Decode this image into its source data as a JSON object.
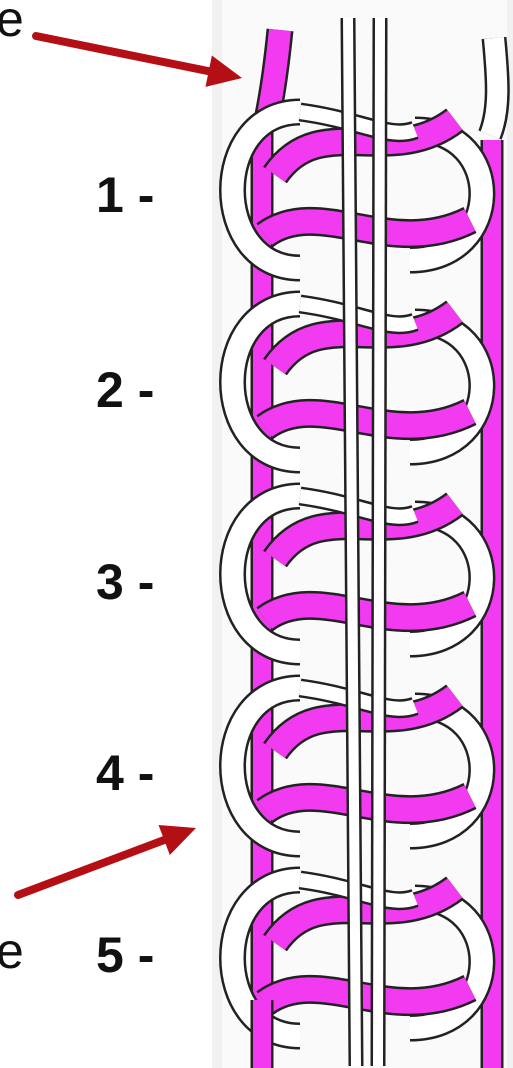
{
  "row_labels": [
    "1 -",
    "2 -",
    "3 -",
    "4 -",
    "5 -"
  ],
  "cut_text_top": "e",
  "cut_text_bottom": "e",
  "colors": {
    "yarn_white": "#ffffff",
    "yarn_magenta": "#f23af0",
    "outline": "#222222",
    "arrow": "#b40f14",
    "text": "#111111",
    "panel_shadow": "#f1f1f1"
  },
  "icons": {
    "top_arrow": "arrow-right-down-icon",
    "bottom_arrow": "arrow-right-up-icon"
  }
}
